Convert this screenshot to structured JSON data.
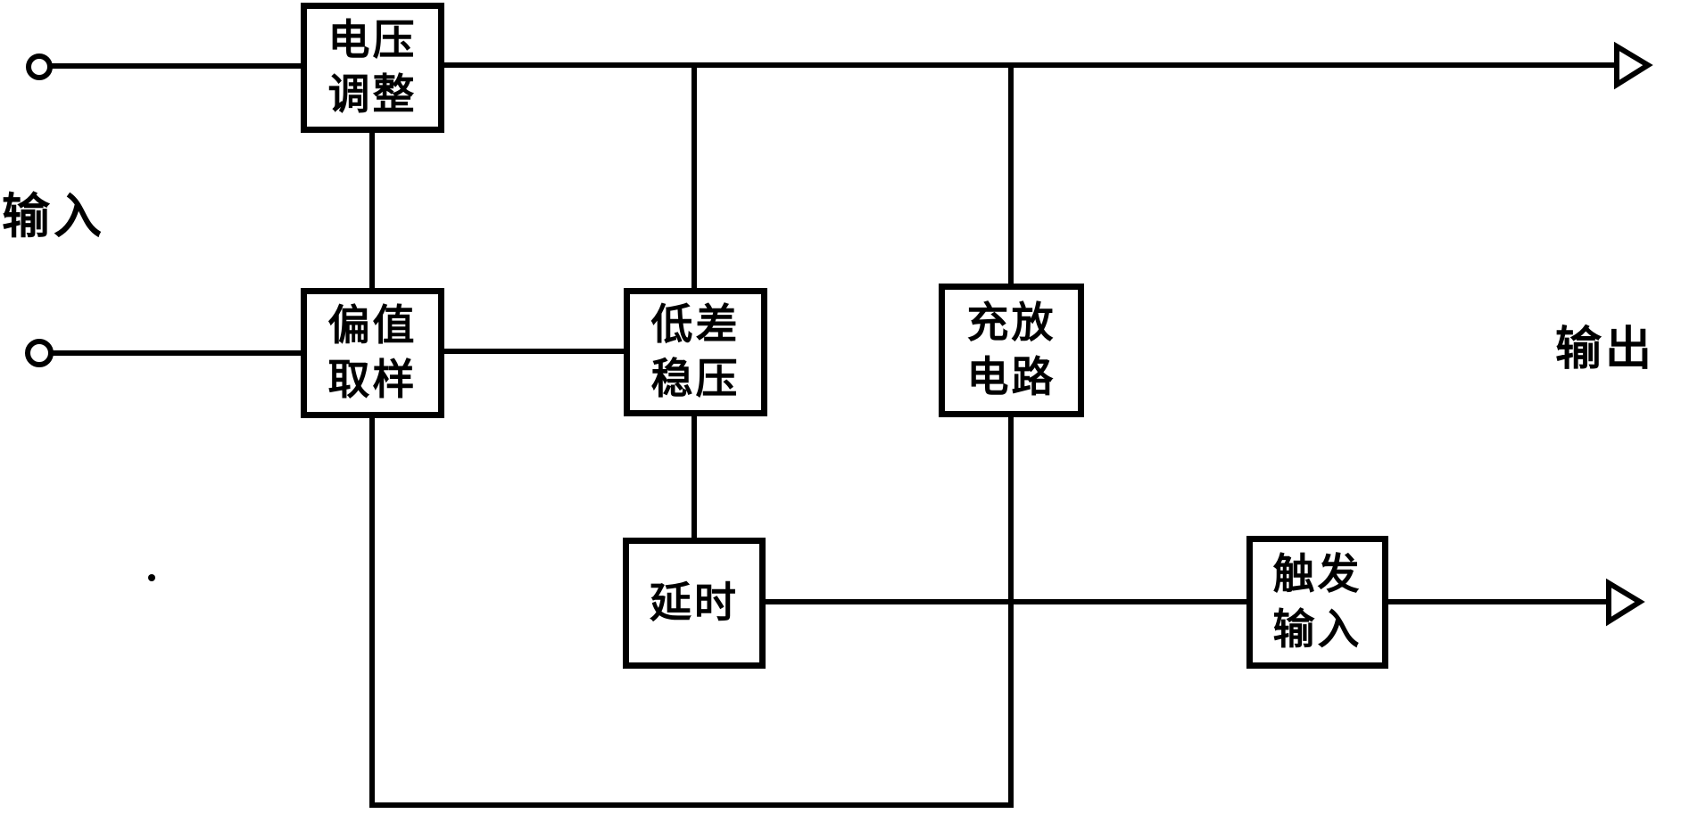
{
  "diagram": {
    "type": "block-diagram",
    "background_color": "#ffffff",
    "ink_color": "#000000",
    "input_label": "输入",
    "output_label": "输出",
    "blocks": [
      {
        "id": "voltage-adjust",
        "label": "电压\n调整"
      },
      {
        "id": "bias-sampling",
        "label": "偏值\n取样"
      },
      {
        "id": "low-dropout-regulator",
        "label": "低差\n稳压"
      },
      {
        "id": "charge-discharge-circuit",
        "label": "充放\n电路"
      },
      {
        "id": "delay",
        "label": "延时"
      },
      {
        "id": "trigger-input",
        "label": "触发\n输入"
      }
    ]
  }
}
